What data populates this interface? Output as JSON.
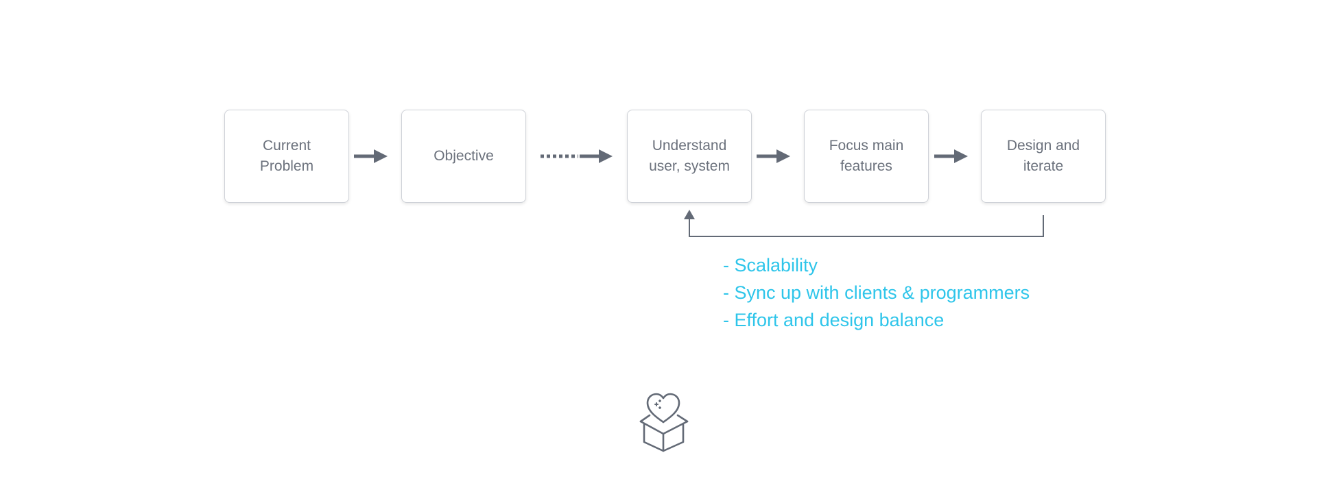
{
  "steps": [
    {
      "id": "current-problem",
      "label": "Current\nProblem"
    },
    {
      "id": "objective",
      "label": "Objective"
    },
    {
      "id": "understand",
      "label": "Understand\nuser, system"
    },
    {
      "id": "focus",
      "label": "Focus main\nfeatures"
    },
    {
      "id": "design",
      "label": "Design and\niterate"
    }
  ],
  "connections": [
    {
      "from": "current-problem",
      "to": "objective",
      "style": "solid"
    },
    {
      "from": "objective",
      "to": "understand",
      "style": "dotted-then-solid"
    },
    {
      "from": "understand",
      "to": "focus",
      "style": "solid"
    },
    {
      "from": "focus",
      "to": "design",
      "style": "solid"
    },
    {
      "from": "design",
      "to": "understand",
      "style": "feedback-loop"
    }
  ],
  "notes": [
    "- Scalability",
    "- Sync up with clients & programmers",
    "- Effort and design balance"
  ],
  "icons": {
    "bottom": "box-with-heart-icon"
  },
  "colors": {
    "box_border": "#cfd2d8",
    "box_text": "#6b717c",
    "arrow": "#636a76",
    "notes": "#2ec5ea",
    "icon_stroke": "#636a76"
  }
}
